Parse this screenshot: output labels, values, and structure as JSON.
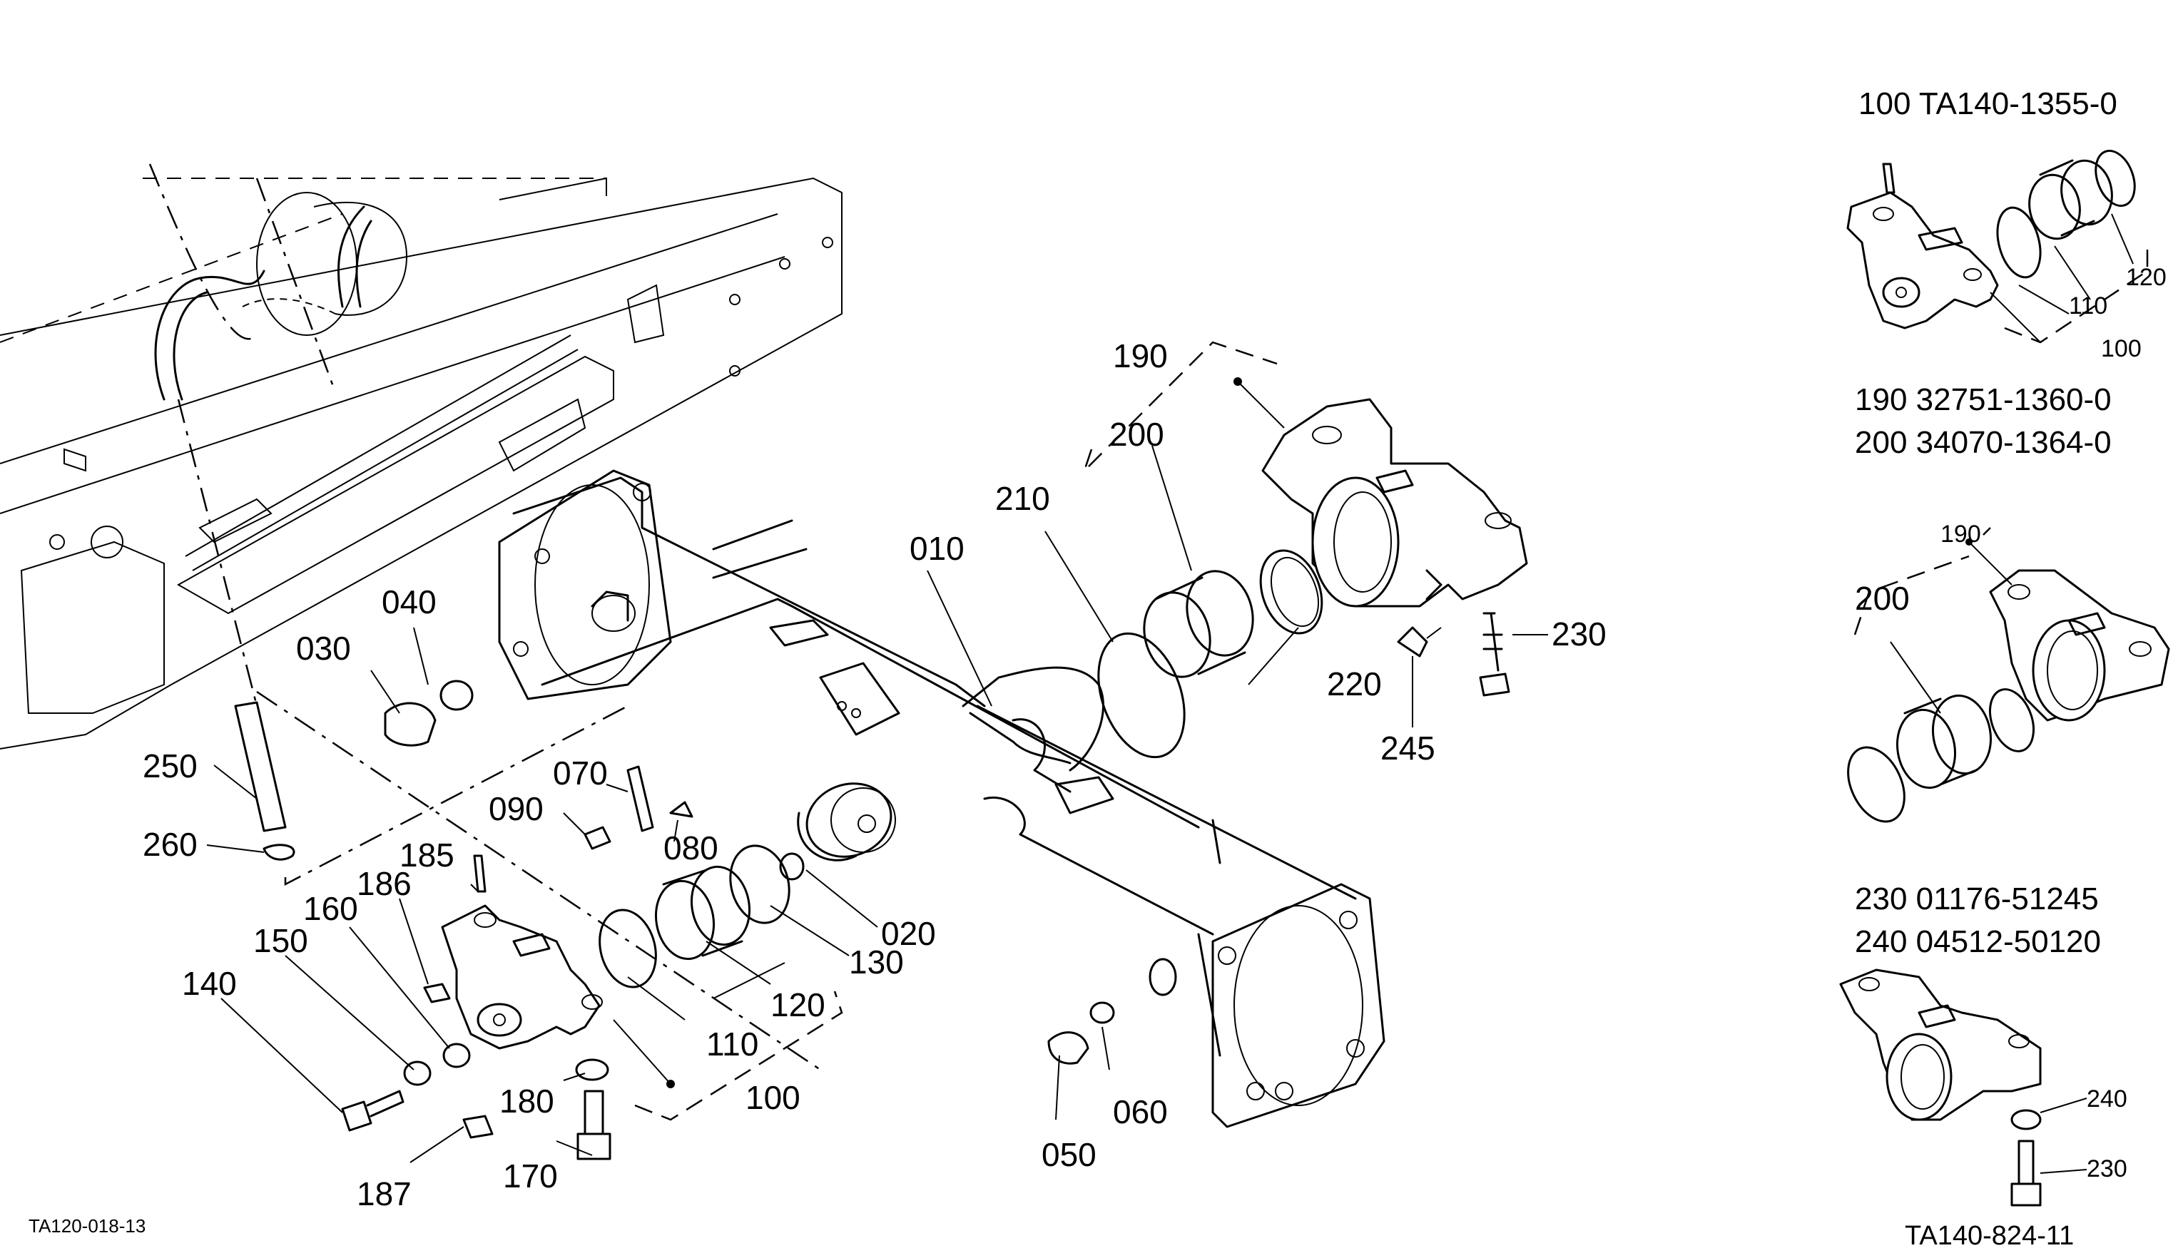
{
  "drawing_codes": {
    "main": "TA120-018-13",
    "insets": "TA140-824-11"
  },
  "main_labels": {
    "l010": "010",
    "l020": "020",
    "l030": "030",
    "l040": "040",
    "l050": "050",
    "l060": "060",
    "l070": "070",
    "l080": "080",
    "l090": "090",
    "l100": "100",
    "l110": "110",
    "l120": "120",
    "l130": "130",
    "l140": "140",
    "l150": "150",
    "l160": "160",
    "l170": "170",
    "l180": "180",
    "l185": "185",
    "l186": "186",
    "l187": "187",
    "l190": "190",
    "l200": "200",
    "l210": "210",
    "l220": "220",
    "l230": "230",
    "l245": "245",
    "l250": "250",
    "l260": "260"
  },
  "insets": {
    "inset1": {
      "caption": "100 TA140-1355-0",
      "l100": "100",
      "l110": "110",
      "l120": "120"
    },
    "inset2": {
      "caption_a": "190 32751-1360-0",
      "caption_b": "200 34070-1364-0",
      "l190": "190",
      "l200": "200"
    },
    "inset3": {
      "caption_a": "230 01176-51245",
      "caption_b": "240 04512-50120",
      "l230": "230",
      "l240": "240"
    }
  }
}
